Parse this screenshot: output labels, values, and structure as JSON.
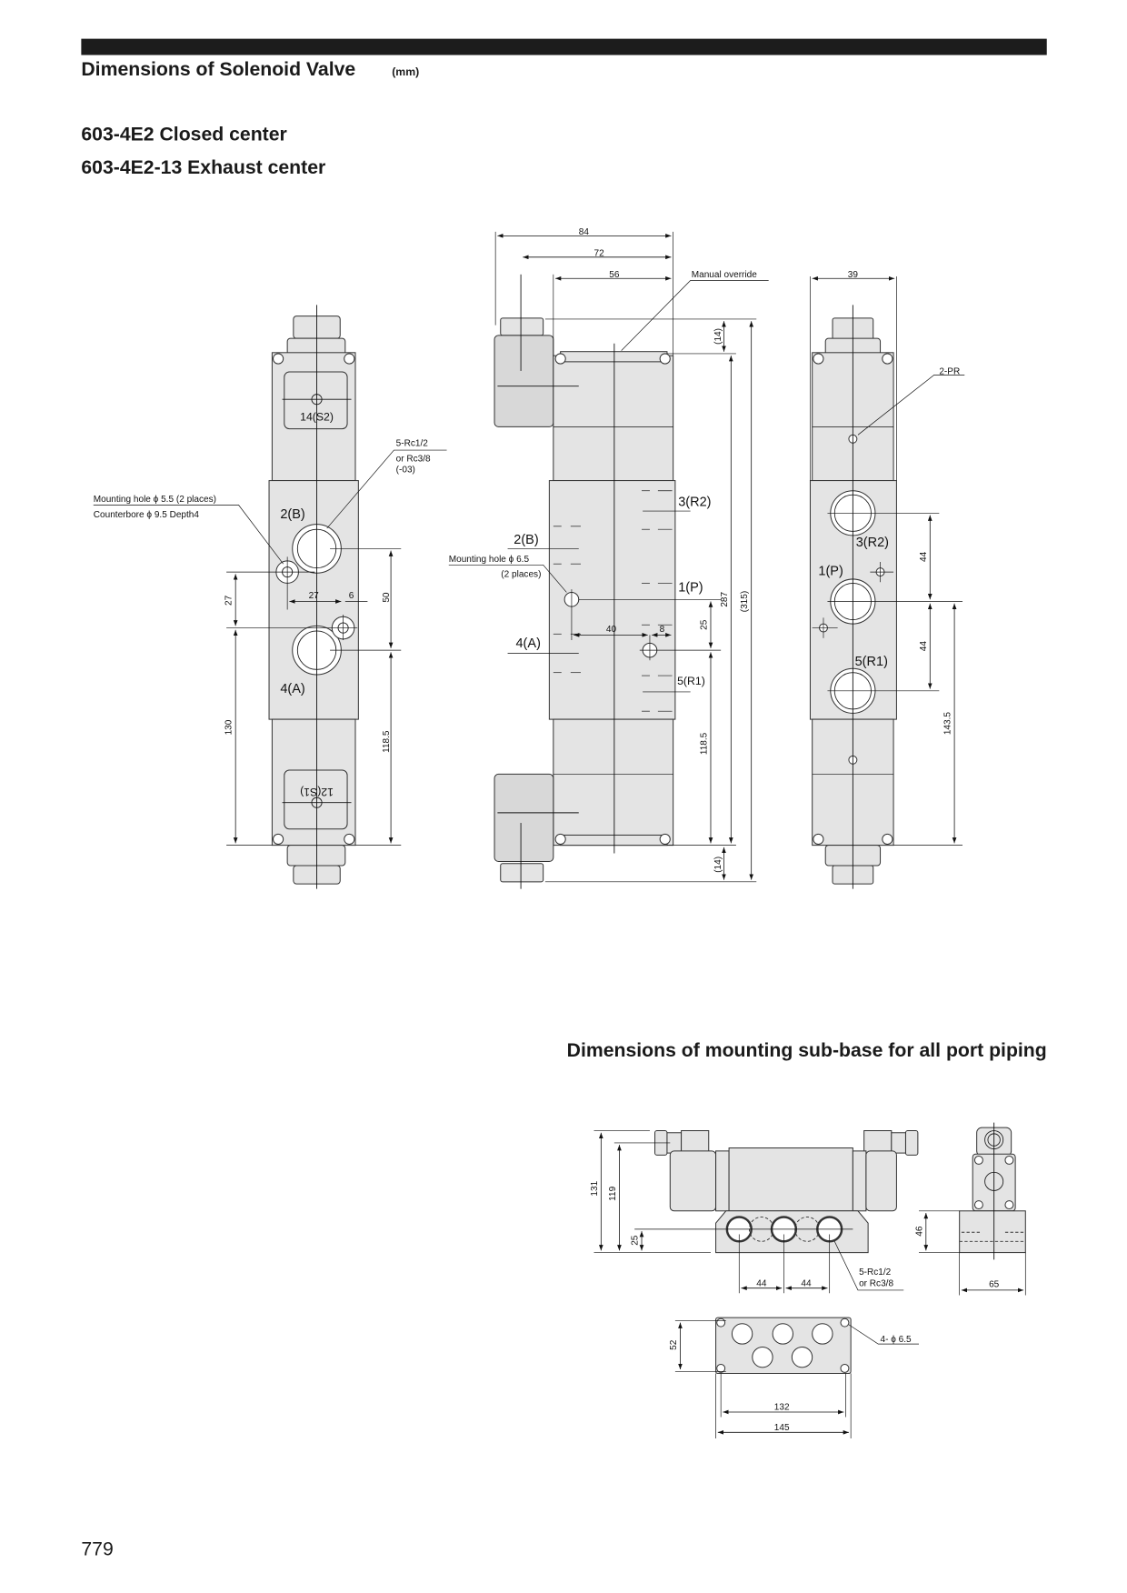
{
  "header": {
    "title": "Dimensions of Solenoid Valve",
    "unit": "(mm)"
  },
  "models": [
    "603-4E2 Closed center",
    "603-4E2-13 Exhaust center"
  ],
  "left_view": {
    "pilot_top": "14(S2)",
    "pilot_bottom": "12(S1)",
    "port_b": "2(B)",
    "port_a": "4(A)",
    "port_note": [
      "5-Rc1/2",
      "or Rc3/8",
      "(-03)"
    ],
    "mount_note": [
      "Mounting hole ϕ 5.5 (2 places)",
      "Counterbore ϕ 9.5 Depth4"
    ],
    "dims": {
      "d27v": "27",
      "d130": "130",
      "d27h": "27",
      "d6": "6",
      "d50": "50",
      "d118": "118.5"
    }
  },
  "front_view": {
    "manual_override": "Manual override",
    "port_r2": "3(R2)",
    "port_b": "2(B)",
    "port_p": "1(P)",
    "port_a": "4(A)",
    "port_r1": "5(R1)",
    "mount_note": [
      "Mounting hole ϕ 6.5",
      "(2 places)"
    ],
    "dims": {
      "d84": "84",
      "d72": "72",
      "d56": "56",
      "d14a": "(14)",
      "d287": "287",
      "d315": "(315)",
      "d14b": "(14)",
      "d25": "25",
      "d118": "118.5",
      "d40": "40",
      "d8": "8"
    }
  },
  "side_view": {
    "pr_note": "2-PR",
    "port_r2": "3(R2)",
    "port_p": "1(P)",
    "port_r1": "5(R1)",
    "dims": {
      "d39": "39",
      "d44a": "44",
      "d44b": "44",
      "d143": "143.5"
    }
  },
  "subbase": {
    "title": "Dimensions of mounting sub-base for all port piping",
    "port_note": [
      "5-Rc1/2",
      "or Rc3/8"
    ],
    "hole_note": "4- ϕ 6.5",
    "dims": {
      "d131": "131",
      "d119": "119",
      "d25": "25",
      "d44a": "44",
      "d44b": "44",
      "d46": "46",
      "d65": "65",
      "d52": "52",
      "d132": "132",
      "d145": "145"
    }
  },
  "page_number": "779"
}
